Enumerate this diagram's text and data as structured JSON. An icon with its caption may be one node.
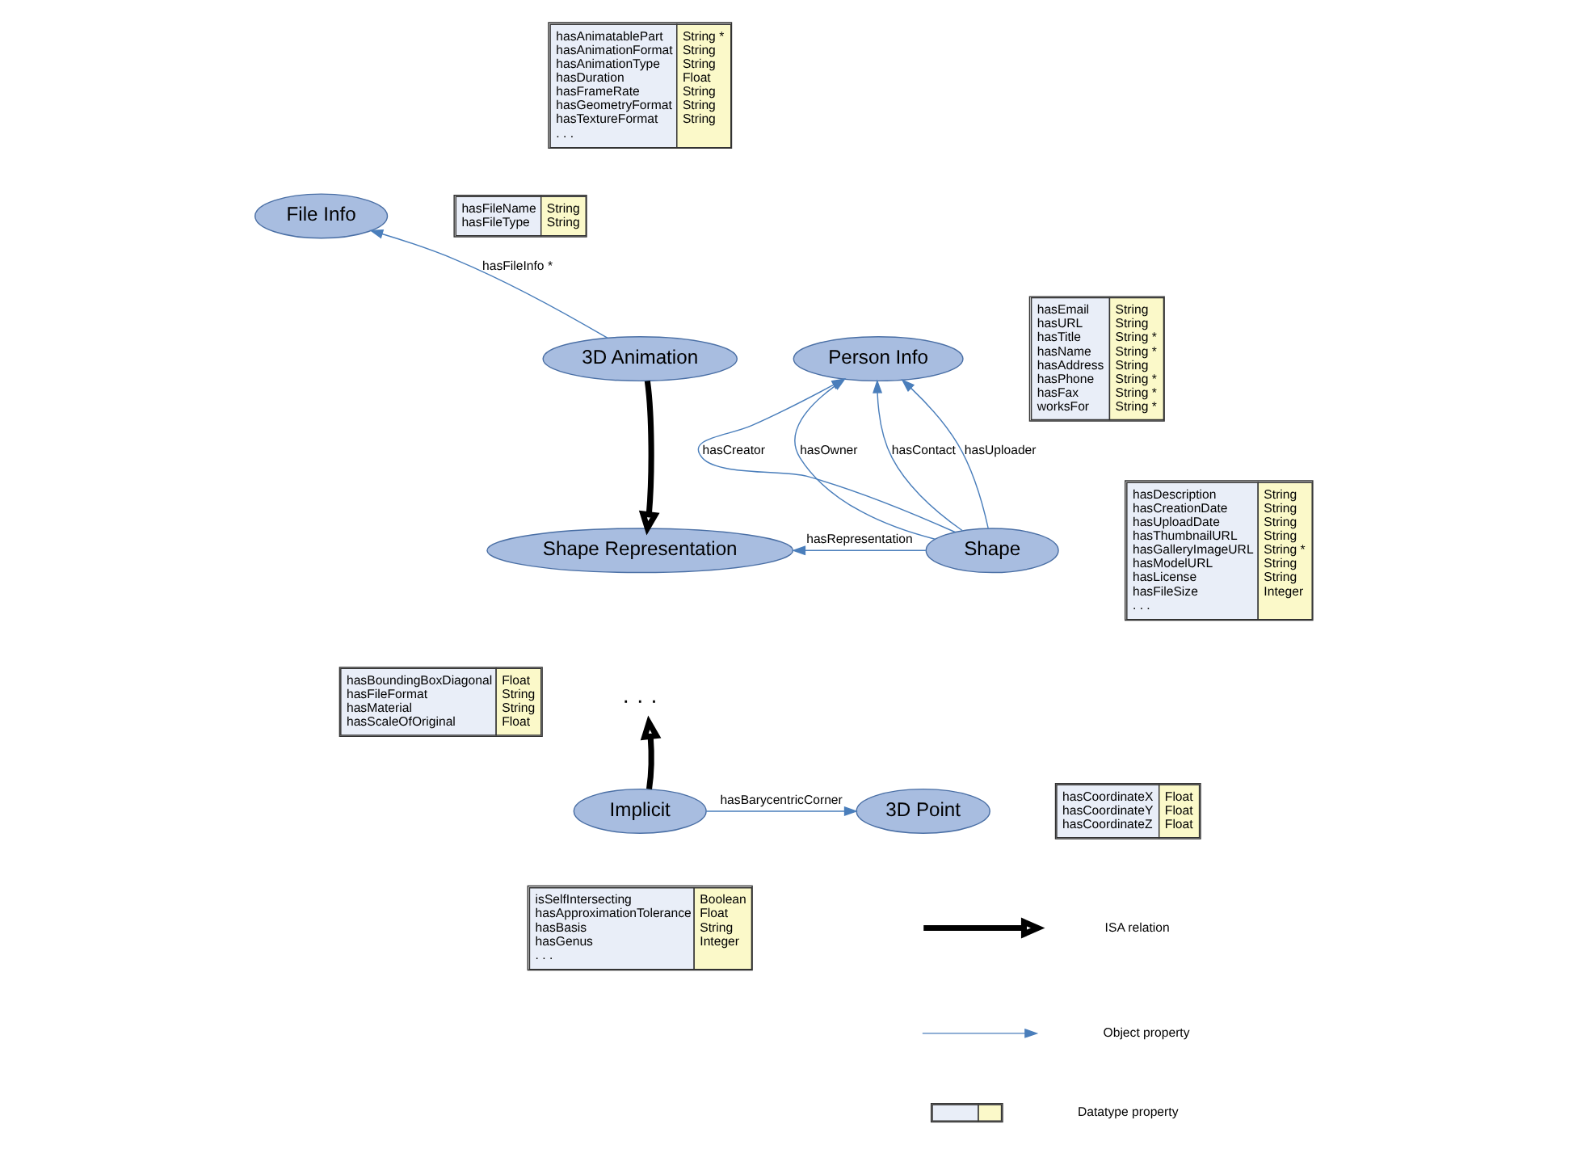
{
  "diagram": {
    "nodes": [
      {
        "text": [
          "hasAnimatablePart",
          "String *",
          "hasAnimationFormat",
          "String",
          "hasAnimationType",
          "String",
          "hasDuration",
          "Float",
          "hasFrameRate",
          "String",
          "hasGeometryFormat",
          "String",
          "hasTextureFormat",
          "String",
          ". . ."
        ]
      },
      {
        "text": [
          "hasFileName",
          "String",
          "hasFileType",
          "String"
        ]
      },
      {
        "text": [
          "File Info"
        ]
      },
      {
        "text": [
          "hasEmail",
          "String",
          "hasURL",
          "String",
          "hasTitle",
          "String *",
          "hasName",
          "String *",
          "hasAddress",
          "String",
          "hasPhone",
          "String *",
          "hasFax",
          "String *",
          "worksFor",
          "String *"
        ]
      },
      {
        "text": [
          "Person Info"
        ]
      },
      {
        "text": [
          "3D Animation"
        ]
      },
      {
        "text": [
          "Shape Representation"
        ]
      },
      {
        "text": [
          "hasDescription",
          "String",
          "hasCreationDate",
          "String",
          "hasUploadDate",
          "String",
          "hasThumbnailURL",
          "String",
          "hasGalleryImageURL",
          "String *",
          "hasModelURL",
          "String",
          "hasLicense",
          "String",
          "hasFileSize",
          "Integer",
          ". . ."
        ]
      },
      {
        "text": [
          "Shape"
        ]
      },
      {
        "text": [
          "hasBoundingBoxDiagonal",
          "Float",
          "hasFileFormat",
          "String",
          "hasMaterial",
          "String",
          "hasScaleOfOriginal",
          "Float"
        ]
      },
      {
        "text": [
          "· · ·"
        ]
      },
      {
        "text": [
          "hasCoordinateX",
          "Float",
          "hasCoordinateY",
          "Float",
          "hasCoordinateZ",
          "Float"
        ]
      },
      {
        "text": [
          "Implicit"
        ]
      },
      {
        "text": [
          "3D Point"
        ]
      },
      {
        "text": [
          "isSelfIntersecting",
          "Boolean",
          "hasApproximationTolerance",
          "Float",
          "hasBasis",
          "String",
          "hasGenus",
          "Integer",
          ". . ."
        ]
      }
    ],
    "edges": [
      {
        "from": 5,
        "to": 2,
        "arrow": "to",
        "label": "hasFileInfo *"
      },
      {
        "from": 5,
        "to": 6,
        "arrow": "to",
        "style": "thick",
        "color": "#000000"
      },
      {
        "from": 8,
        "to": 4,
        "arrow": "to",
        "label": "hasCreator"
      },
      {
        "from": 8,
        "to": 4,
        "arrow": "to",
        "label": "hasOwner"
      },
      {
        "from": 8,
        "to": 4,
        "arrow": "to",
        "label": "hasContact"
      },
      {
        "from": 8,
        "to": 4,
        "arrow": "to",
        "label": "hasUploader"
      },
      {
        "from": 8,
        "to": 6,
        "arrow": "to",
        "label": "hasRepresentation"
      },
      {
        "from": 12,
        "to": 10,
        "arrow": "to",
        "style": "thick",
        "color": "#000000"
      },
      {
        "from": 12,
        "to": 13,
        "arrow": "to",
        "label": "hasBarycentricCorner"
      }
    ],
    "legend": [
      {
        "text": "ISA relation"
      },
      {
        "text": "Object property"
      },
      {
        "text": "Datatype property"
      }
    ]
  }
}
